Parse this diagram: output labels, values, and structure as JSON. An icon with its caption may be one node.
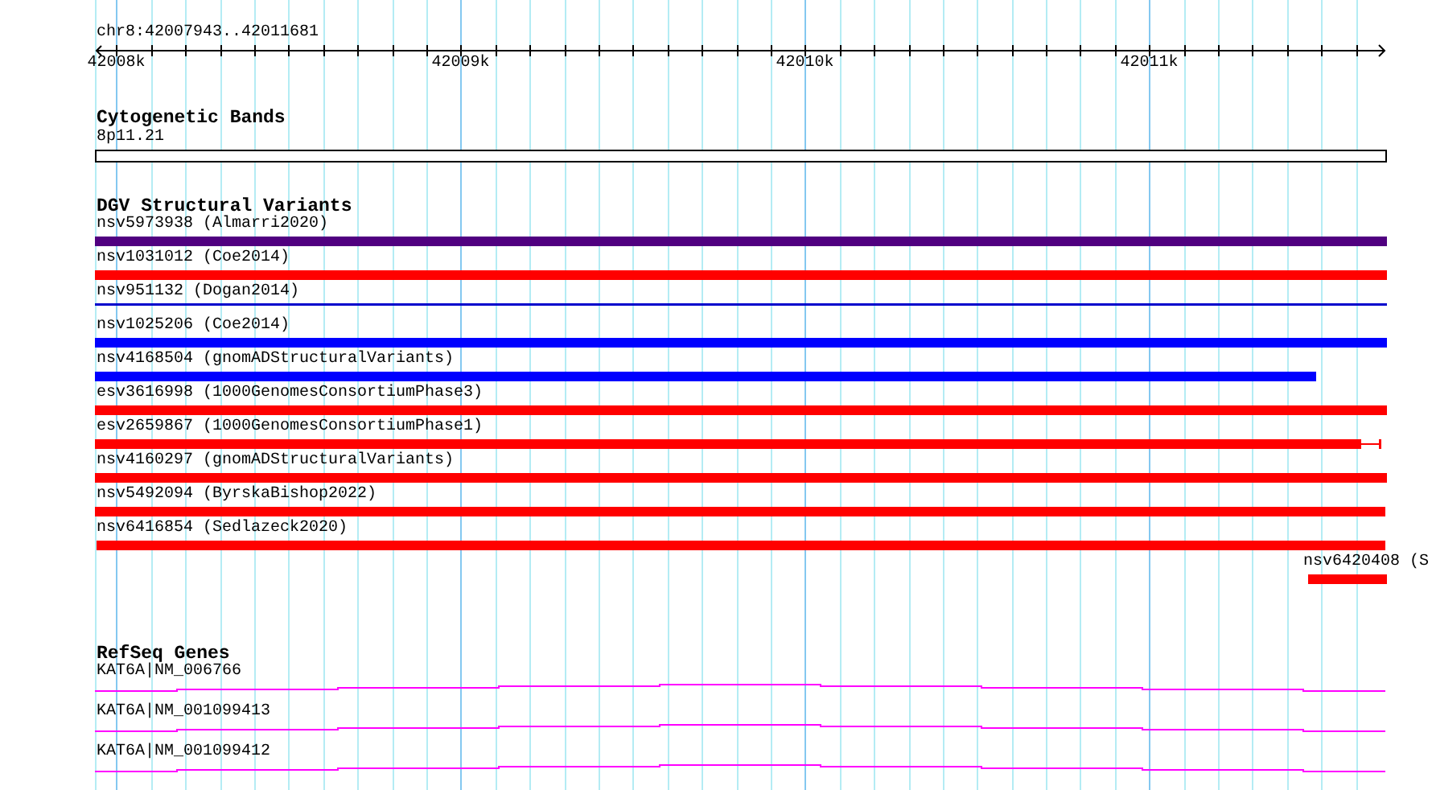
{
  "diagram": {
    "labels": [
      "chr8:42007943..42011681",
      "42008k",
      "42009k",
      "42010k",
      "42011k",
      "Cytogenetic Bands",
      "8p11.21",
      "DGV Structural Variants",
      "nsv5973938 (Almarri2020)",
      "nsv1031012 (Coe2014)",
      "nsv951132 (Dogan2014)",
      "nsv1025206 (Coe2014)",
      "nsv4168504 (gnomADStructuralVariants)",
      "esv3616998 (1000GenomesConsortiumPhase3)",
      "esv2659867 (1000GenomesConsortiumPhase1)",
      "nsv4160297 (gnomADStructuralVariants)",
      "nsv5492094 (ByrskaBishop2022)",
      "nsv6416854 (Sedlazeck2020)",
      "nsv6420408 (S",
      "RefSeq Genes",
      "KAT6A|NM_006766",
      "KAT6A|NM_001099413",
      "KAT6A|NM_001099412"
    ]
  }
}
